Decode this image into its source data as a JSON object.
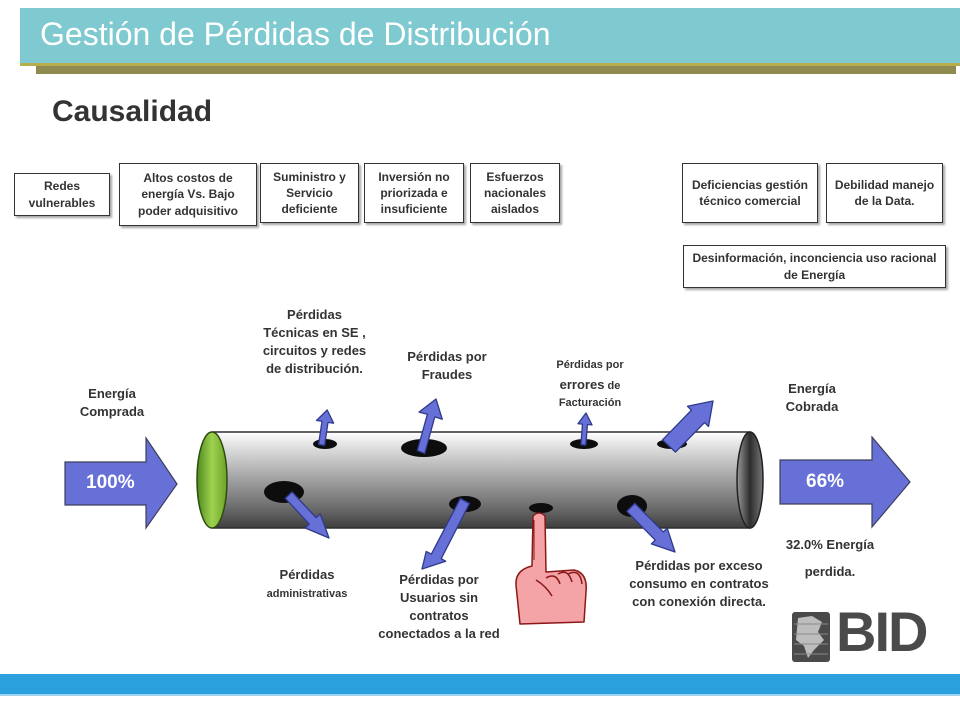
{
  "header": {
    "title": "Gestión de Pérdidas de Distribución"
  },
  "subtitle": "Causalidad",
  "causes": {
    "redes": "Redes vulnerables",
    "costos": "Altos costos de energía Vs. Bajo poder adquisitivo",
    "suministro": "Suministro y Servicio deficiente",
    "inversion": "Inversión no priorizada e insuficiente",
    "esfuerzos": "Esfuerzos nacionales aislados",
    "deficiencias": "Deficiencias gestión técnico comercial",
    "debilidad": "Debilidad manejo de la Data.",
    "desinformacion": "Desinformación, inconciencia uso racional de Energía"
  },
  "labels": {
    "energia_comprada": "Energía Comprada",
    "energia_cobrada": "Energía Cobrada",
    "perdidas_tecnicas": "Pérdidas Técnicas en SE , circuitos y redes de distribución.",
    "perdidas_fraudes": "Pérdidas por Fraudes",
    "perdidas_errores_1": "Pérdidas por",
    "perdidas_errores_2": "errores",
    "perdidas_errores_3": "de",
    "perdidas_errores_4": "Facturación",
    "perdidas_admin_1": "Pérdidas",
    "perdidas_admin_2": "administrativas",
    "perdidas_usuarios": "Pérdidas por Usuarios sin contratos conectados a la red",
    "perdidas_exceso": "Pérdidas por exceso consumo en contratos con conexión directa.",
    "energia_perdida_1": "32.0% Energía",
    "energia_perdida_2": "perdida."
  },
  "flows": {
    "input_pct": "100%",
    "output_pct": "66%"
  },
  "logo": {
    "text": "BID"
  },
  "colors": {
    "banner": "#7fc9d1",
    "arrow": "#6670d6",
    "pipe_end": "#7bbf3a",
    "bottom_bar": "#2aa0dc"
  }
}
